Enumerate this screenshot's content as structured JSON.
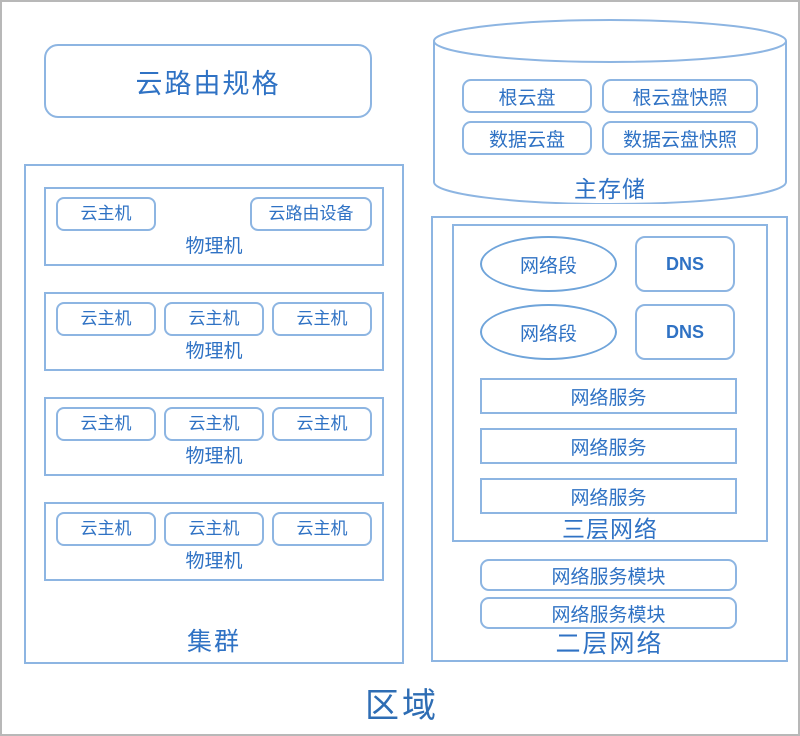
{
  "diagram": {
    "title_label": "区域",
    "router_spec": {
      "label": "云路由规格"
    },
    "cluster": {
      "caption": "集群",
      "hosts": [
        {
          "caption": "物理机",
          "layout": "spread",
          "nodes": [
            {
              "label": "云主机",
              "type": "vm"
            },
            {
              "label": "云路由设备",
              "type": "vrouter"
            }
          ]
        },
        {
          "caption": "物理机",
          "layout": "even",
          "nodes": [
            {
              "label": "云主机",
              "type": "vm"
            },
            {
              "label": "云主机",
              "type": "vm"
            },
            {
              "label": "云主机",
              "type": "vm"
            }
          ]
        },
        {
          "caption": "物理机",
          "layout": "even",
          "nodes": [
            {
              "label": "云主机",
              "type": "vm"
            },
            {
              "label": "云主机",
              "type": "vm"
            },
            {
              "label": "云主机",
              "type": "vm"
            }
          ]
        },
        {
          "caption": "物理机",
          "layout": "even",
          "nodes": [
            {
              "label": "云主机",
              "type": "vm"
            },
            {
              "label": "云主机",
              "type": "vm"
            },
            {
              "label": "云主机",
              "type": "vm"
            }
          ]
        }
      ]
    },
    "primary_storage": {
      "caption": "主存储",
      "shape": "cylinder",
      "disks": [
        {
          "label": "根云盘",
          "column": "left",
          "row": 1
        },
        {
          "label": "根云盘快照",
          "column": "right",
          "row": 1
        },
        {
          "label": "数据云盘",
          "column": "left",
          "row": 2
        },
        {
          "label": "数据云盘快照",
          "column": "right",
          "row": 2
        }
      ]
    },
    "network": {
      "l3": {
        "caption": "三层网络",
        "segments": [
          {
            "label": "网络段",
            "shape": "ellipse"
          },
          {
            "label": "网络段",
            "shape": "ellipse"
          }
        ],
        "dns": [
          {
            "label": "DNS"
          },
          {
            "label": "DNS"
          }
        ],
        "services": [
          {
            "label": "网络服务"
          },
          {
            "label": "网络服务"
          },
          {
            "label": "网络服务"
          }
        ]
      },
      "l2": {
        "caption": "二层网络",
        "modules": [
          {
            "label": "网络服务模块"
          },
          {
            "label": "网络服务模块"
          }
        ]
      }
    },
    "colors": {
      "stroke": "#8db5e2",
      "stroke_strong": "#6fa4da",
      "text": "#2f72c4",
      "title_text": "#2e6db4",
      "frame": "#b8b8b8",
      "background": "#ffffff"
    }
  }
}
